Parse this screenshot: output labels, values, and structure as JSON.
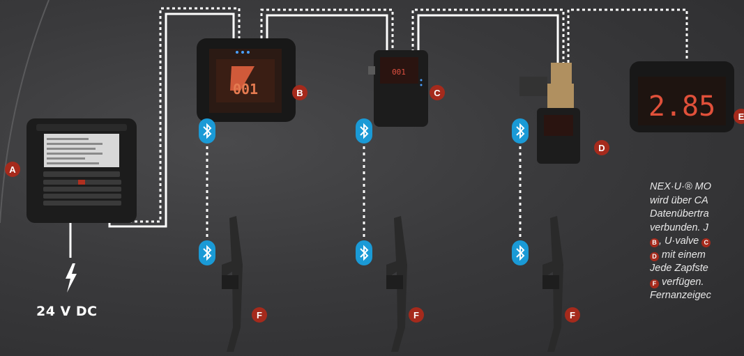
{
  "power": {
    "voltage": "24 V DC"
  },
  "labels": {
    "a": "A",
    "b": "B",
    "c": "C",
    "d": "D",
    "e": "E",
    "f": "F"
  },
  "displays": {
    "b": "001",
    "c": "001",
    "e": "2.85"
  },
  "description": {
    "line1": "NEX·U·® MO",
    "line2": "wird über CA",
    "line3": "Datenübertra",
    "line4": "verbunden. J",
    "line5_badge": "B",
    "line5_text": ", U·valve",
    "line5_badge2": "C",
    "line6_badge": "D",
    "line6_text": " mit einem",
    "line7": "Jede Zapfste",
    "line8_badge": "F",
    "line8_text": " verfügen.",
    "line9": "Fernanzeigec"
  },
  "colors": {
    "background": "#3a3a3c",
    "label": "#a52a1c",
    "bluetooth": "#1a9ad6",
    "cable": "#ffffff"
  }
}
